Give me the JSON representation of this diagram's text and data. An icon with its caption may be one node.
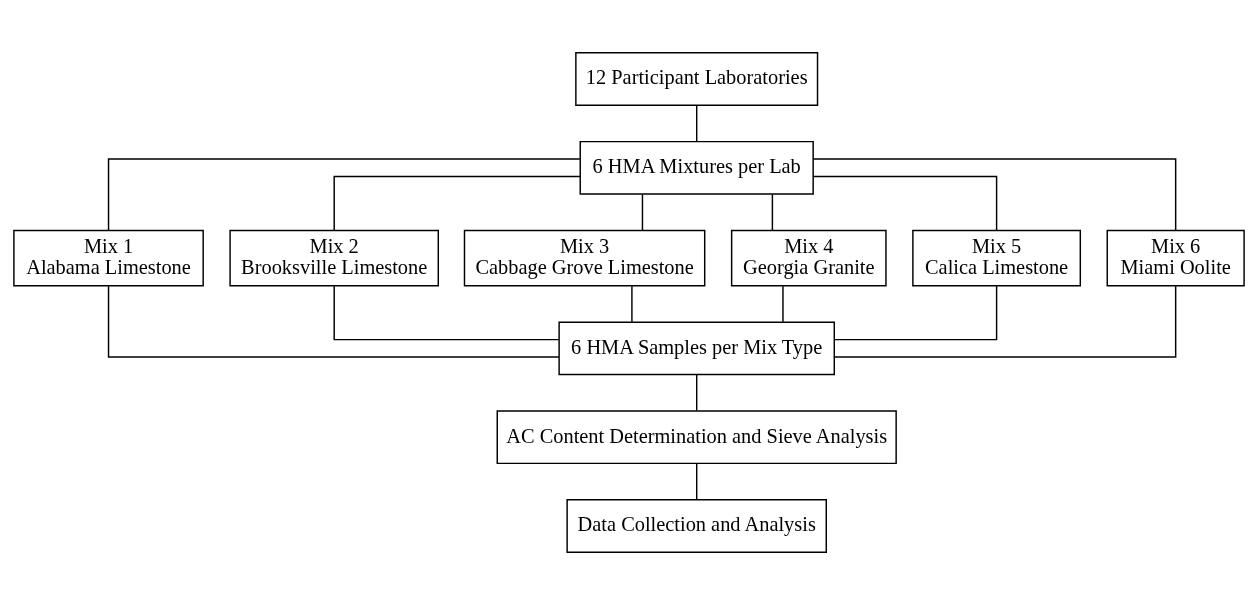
{
  "diagram": {
    "nodes": [
      {
        "text": [
          "12 Participant Laboratories"
        ]
      },
      {
        "text": [
          "6 HMA Mixtures per Lab"
        ]
      },
      {
        "text": [
          "Mix 1",
          "Alabama Limestone"
        ]
      },
      {
        "text": [
          "Mix 2",
          "Brooksville Limestone"
        ]
      },
      {
        "text": [
          "Mix 3",
          "Cabbage Grove Limestone"
        ]
      },
      {
        "text": [
          "Mix 4",
          "Georgia Granite"
        ]
      },
      {
        "text": [
          "Mix 5",
          "Calica Limestone"
        ]
      },
      {
        "text": [
          "Mix 6",
          "Miami Oolite"
        ]
      },
      {
        "text": [
          "6 HMA Samples per Mix Type"
        ]
      },
      {
        "text": [
          "AC Content Determination and Sieve Analysis"
        ]
      },
      {
        "text": [
          "Data Collection and Analysis"
        ]
      }
    ],
    "edges": [
      {
        "from": 0,
        "to": 1,
        "arrow": "none"
      },
      {
        "from": 1,
        "to": 2,
        "arrow": "none"
      },
      {
        "from": 1,
        "to": 3,
        "arrow": "none"
      },
      {
        "from": 1,
        "to": 4,
        "arrow": "none"
      },
      {
        "from": 1,
        "to": 5,
        "arrow": "none"
      },
      {
        "from": 1,
        "to": 6,
        "arrow": "none"
      },
      {
        "from": 1,
        "to": 7,
        "arrow": "none"
      },
      {
        "from": 2,
        "to": 8,
        "arrow": "none"
      },
      {
        "from": 3,
        "to": 8,
        "arrow": "none"
      },
      {
        "from": 4,
        "to": 8,
        "arrow": "none"
      },
      {
        "from": 5,
        "to": 8,
        "arrow": "none"
      },
      {
        "from": 6,
        "to": 8,
        "arrow": "none"
      },
      {
        "from": 7,
        "to": 8,
        "arrow": "none"
      },
      {
        "from": 8,
        "to": 9,
        "arrow": "none"
      },
      {
        "from": 9,
        "to": 10,
        "arrow": "none"
      }
    ]
  }
}
